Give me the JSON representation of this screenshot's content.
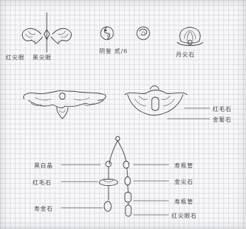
{
  "labels": {
    "row1_left_a": "红尖眼",
    "row1_left_b": "黑尖眼",
    "row1_mid": "阴鉴 贰/6",
    "row1_right": "月尖石",
    "mid_right_a": "红毛石",
    "mid_right_b": "金錾石",
    "chain_left_1": "黑白晶",
    "chain_left_2": "红毛石",
    "chain_left_3": "寿金石",
    "chain_right_1": "寿瓶管",
    "chain_right_2": "金尖石",
    "chain_right_3": "寿瓶管",
    "chain_right_4": "红尖眼石"
  }
}
